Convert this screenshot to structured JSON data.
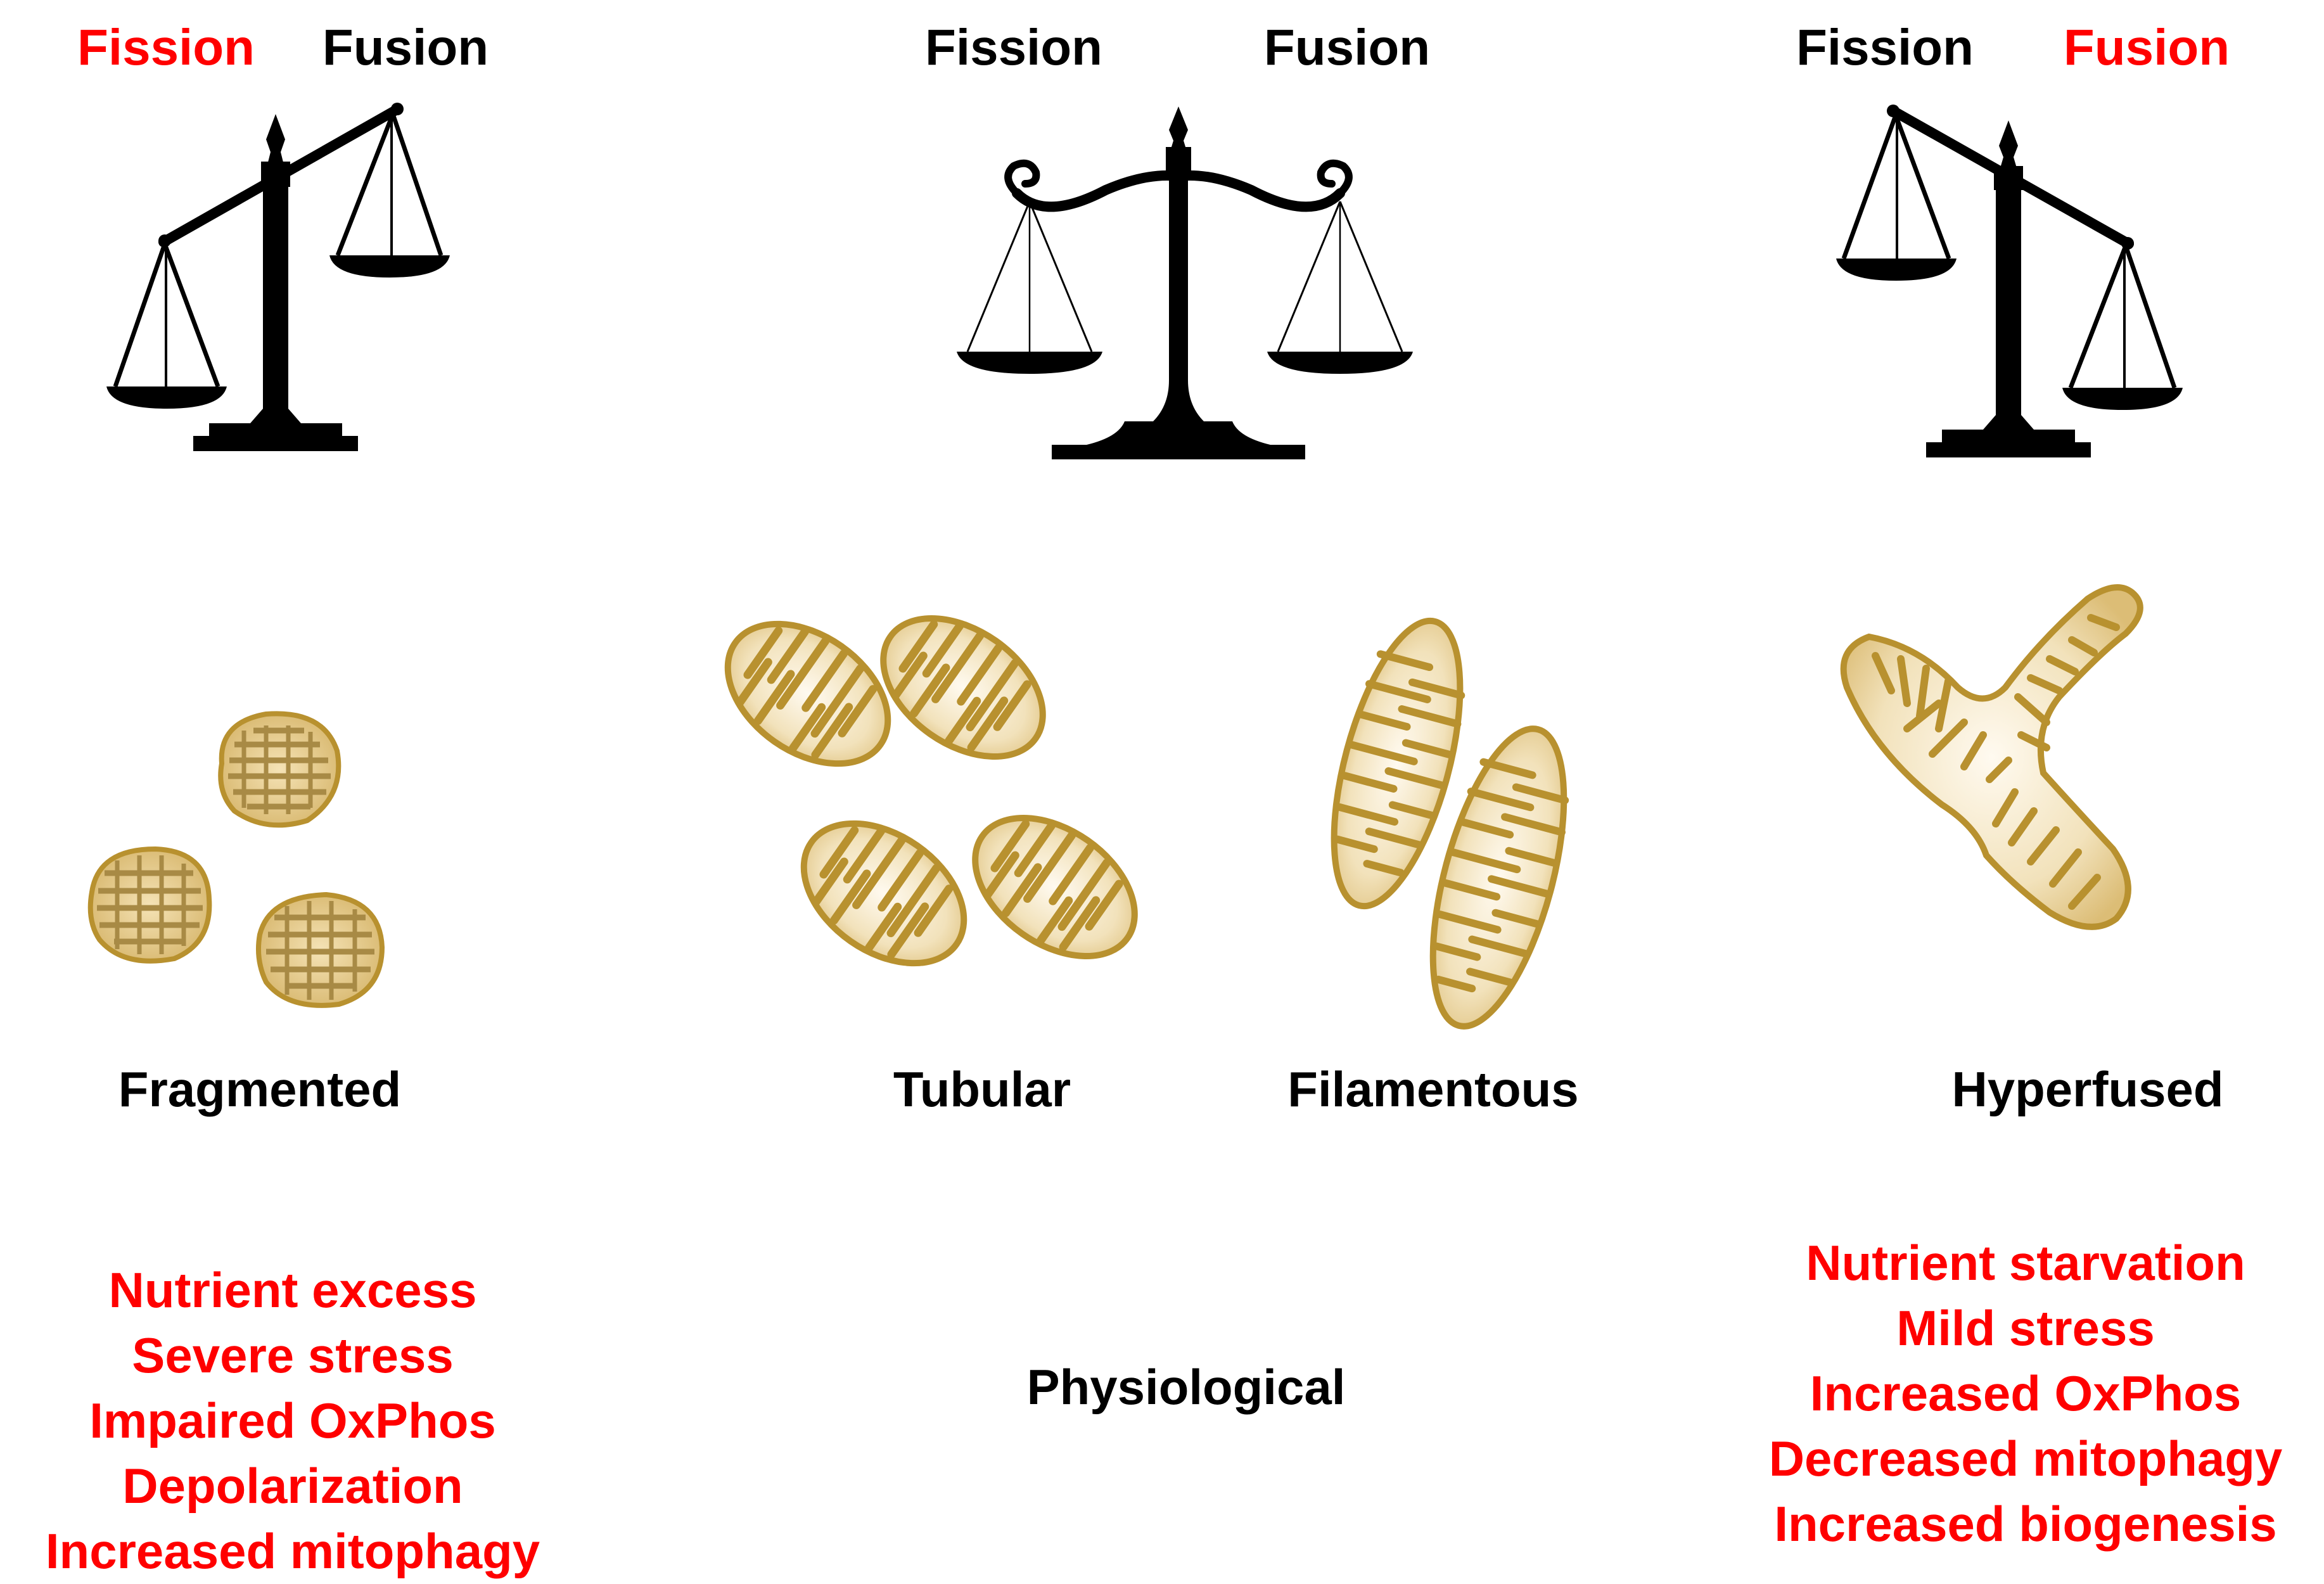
{
  "colors": {
    "highlight": "#ff0000",
    "ink": "#000000",
    "mito_fill": "#ecd7a4",
    "mito_edge": "#b8912f",
    "mito_cristae": "#a88a45"
  },
  "balances": [
    {
      "fission_label": "Fission",
      "fusion_label": "Fusion",
      "emphasized": "fission",
      "tilt": "fission-heavy"
    },
    {
      "fission_label": "Fission",
      "fusion_label": "Fusion",
      "emphasized": "none",
      "tilt": "balanced"
    },
    {
      "fission_label": "Fission",
      "fusion_label": "Fusion",
      "emphasized": "fusion",
      "tilt": "fusion-heavy"
    }
  ],
  "morphologies": [
    {
      "label": "Fragmented"
    },
    {
      "label": "Tubular"
    },
    {
      "label": "Filamentous"
    },
    {
      "label": "Hyperfused"
    }
  ],
  "conditions": {
    "fission": [
      "Nutrient excess",
      "Severe stress",
      "Impaired OxPhos",
      "Depolarization",
      "Increased mitophagy"
    ],
    "physiological": "Physiological",
    "fusion": [
      "Nutrient starvation",
      "Mild stress",
      "Increased OxPhos",
      "Decreased mitophagy",
      "Increased biogenesis"
    ]
  }
}
